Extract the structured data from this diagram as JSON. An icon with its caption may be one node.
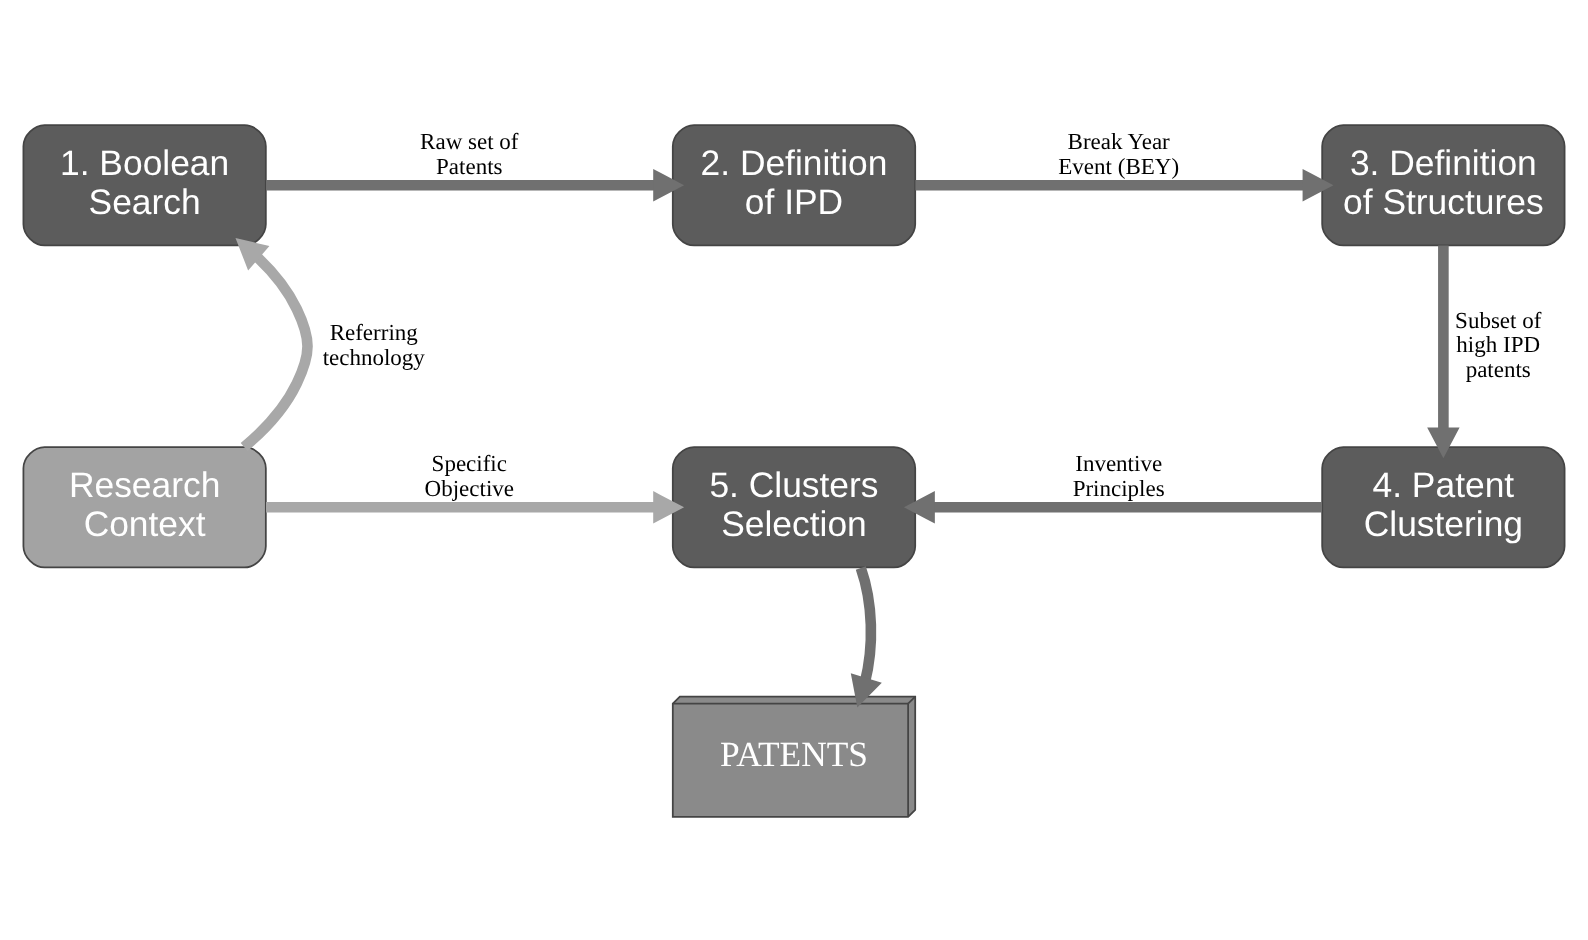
{
  "diagram": {
    "nodes": [
      {
        "text": [
          "1. Boolean Search"
        ]
      },
      {
        "text": [
          "2. Definition of IPD"
        ]
      },
      {
        "text": [
          "3. Definition of Structures"
        ]
      },
      {
        "text": [
          "Research Context"
        ]
      },
      {
        "text": [
          "5. Clusters Selection"
        ]
      },
      {
        "text": [
          "4. Patent Clustering"
        ]
      },
      {
        "text": [
          "PATENTS"
        ]
      }
    ],
    "edges": [
      {
        "from": 0,
        "to": 1,
        "arrow": "to",
        "label": "Raw set of Patents"
      },
      {
        "from": 1,
        "to": 2,
        "arrow": "to",
        "label": "Break Year Event (BEY)"
      },
      {
        "from": 2,
        "to": 5,
        "arrow": "to",
        "label": "Subset of high IPD patents"
      },
      {
        "from": 3,
        "to": 0,
        "arrow": "to",
        "label": "Referring technology",
        "color": "#a8a8a8"
      },
      {
        "from": 3,
        "to": 4,
        "arrow": "to",
        "label": "Specific Objective",
        "color": "#a8a8a8"
      },
      {
        "from": 5,
        "to": 4,
        "arrow": "to",
        "label": "Inventive Principles"
      },
      {
        "from": 4,
        "to": 6,
        "arrow": "to"
      }
    ]
  }
}
